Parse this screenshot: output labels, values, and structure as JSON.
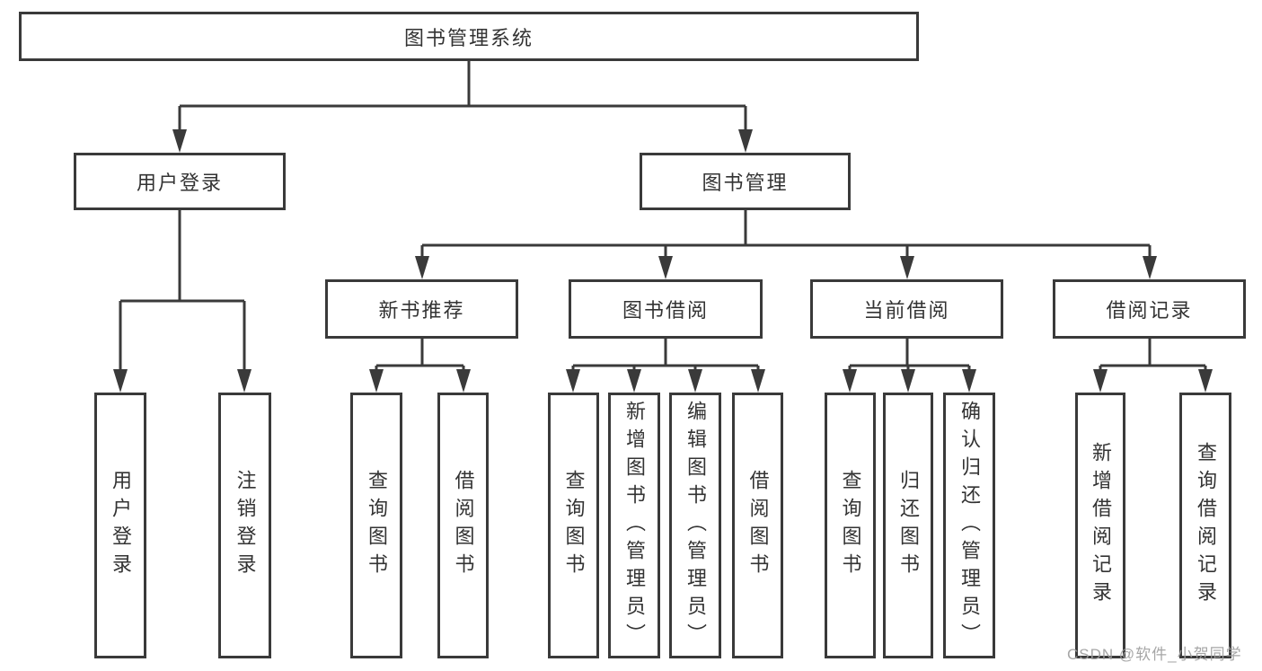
{
  "diagram_title": "图书管理系统",
  "tree": {
    "label": "图书管理系统",
    "children": [
      {
        "label": "用户登录",
        "children": [
          {
            "label": "用户登录"
          },
          {
            "label": "注销登录"
          }
        ]
      },
      {
        "label": "图书管理",
        "children": [
          {
            "label": "新书推荐",
            "children": [
              {
                "label": "查询图书"
              },
              {
                "label": "借阅图书"
              }
            ]
          },
          {
            "label": "图书借阅",
            "children": [
              {
                "label": "查询图书"
              },
              {
                "label": "新增图书（管理员）"
              },
              {
                "label": "编辑图书（管理员）"
              },
              {
                "label": "借阅图书"
              }
            ]
          },
          {
            "label": "当前借阅",
            "children": [
              {
                "label": "查询图书"
              },
              {
                "label": "归还图书"
              },
              {
                "label": "确认归还（管理员）"
              }
            ]
          },
          {
            "label": "借阅记录",
            "children": [
              {
                "label": "新增借阅记录"
              },
              {
                "label": "查询借阅记录"
              }
            ]
          }
        ]
      }
    ]
  },
  "watermark": {
    "text": "CSDN @软件_小贺同学"
  },
  "colors": {
    "line": "#3a3a3a",
    "box_border": "#3a3a3a",
    "text": "#333333",
    "background": "#ffffff",
    "watermark": "#9e9e9e"
  }
}
